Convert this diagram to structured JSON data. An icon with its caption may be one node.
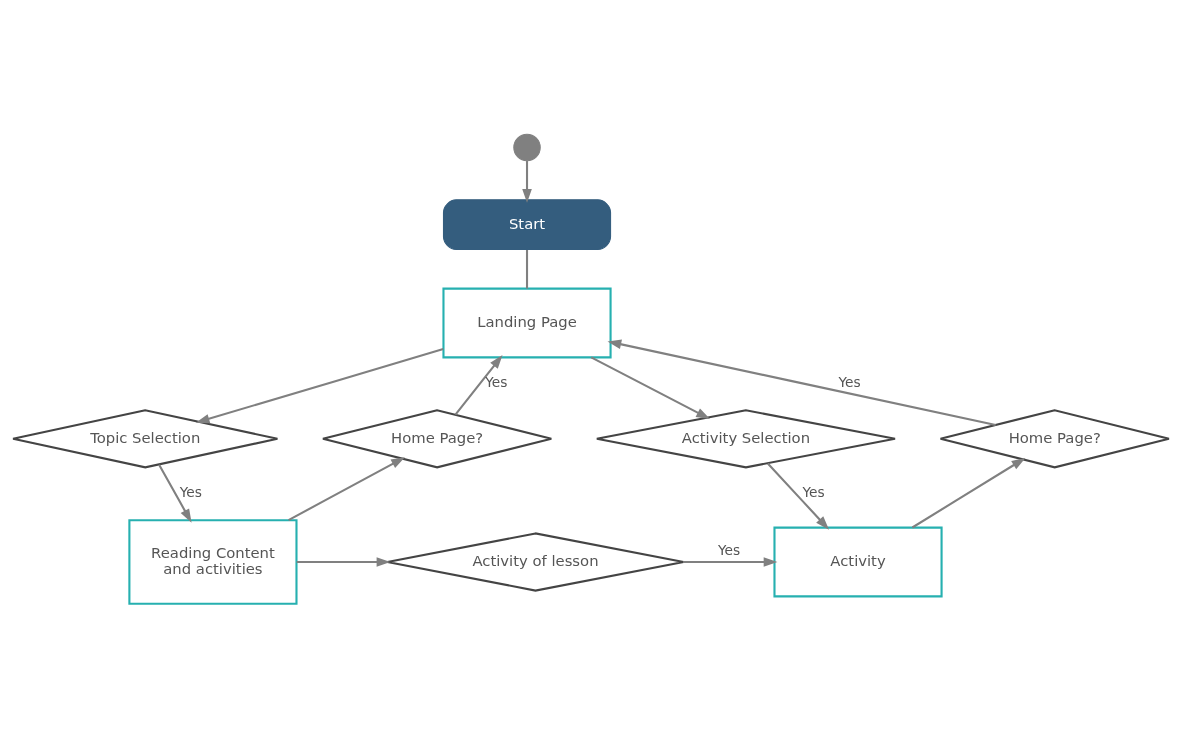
{
  "diagram": {
    "nodes": [
      {
        "text": [],
        "shape": "circle"
      },
      {
        "text": [
          "Start"
        ]
      },
      {
        "text": [
          "Landing Page"
        ]
      },
      {
        "text": [
          "Home Page?"
        ]
      },
      {
        "text": [
          "Activity Selection"
        ]
      },
      {
        "text": [
          "Topic Selection"
        ]
      },
      {
        "text": [
          "Home Page?"
        ]
      },
      {
        "text": [
          "Activity"
        ]
      },
      {
        "text": [
          "Activity of lesson"
        ]
      },
      {
        "text": [
          "Reading Content and activities"
        ]
      }
    ],
    "edges": [
      {
        "from": 0,
        "to": 1,
        "arrow": "to"
      },
      {
        "from": 1,
        "to": 2,
        "arrow": "none"
      },
      {
        "from": 3,
        "to": 2,
        "arrow": "to",
        "label": "Yes"
      },
      {
        "from": 2,
        "to": 4,
        "arrow": "to"
      },
      {
        "from": 6,
        "to": 2,
        "arrow": "to",
        "label": "Yes"
      },
      {
        "from": 2,
        "to": 5,
        "arrow": "to"
      },
      {
        "from": 4,
        "to": 7,
        "arrow": "to",
        "label": "Yes"
      },
      {
        "from": 5,
        "to": 9,
        "arrow": "to",
        "label": "Yes"
      },
      {
        "from": 9,
        "to": 8,
        "arrow": "to"
      },
      {
        "from": 8,
        "to": 7,
        "arrow": "to",
        "label": "Yes"
      },
      {
        "from": 7,
        "to": 3,
        "arrow": "to"
      },
      {
        "from": 9,
        "to": 6,
        "arrow": "to"
      }
    ]
  }
}
